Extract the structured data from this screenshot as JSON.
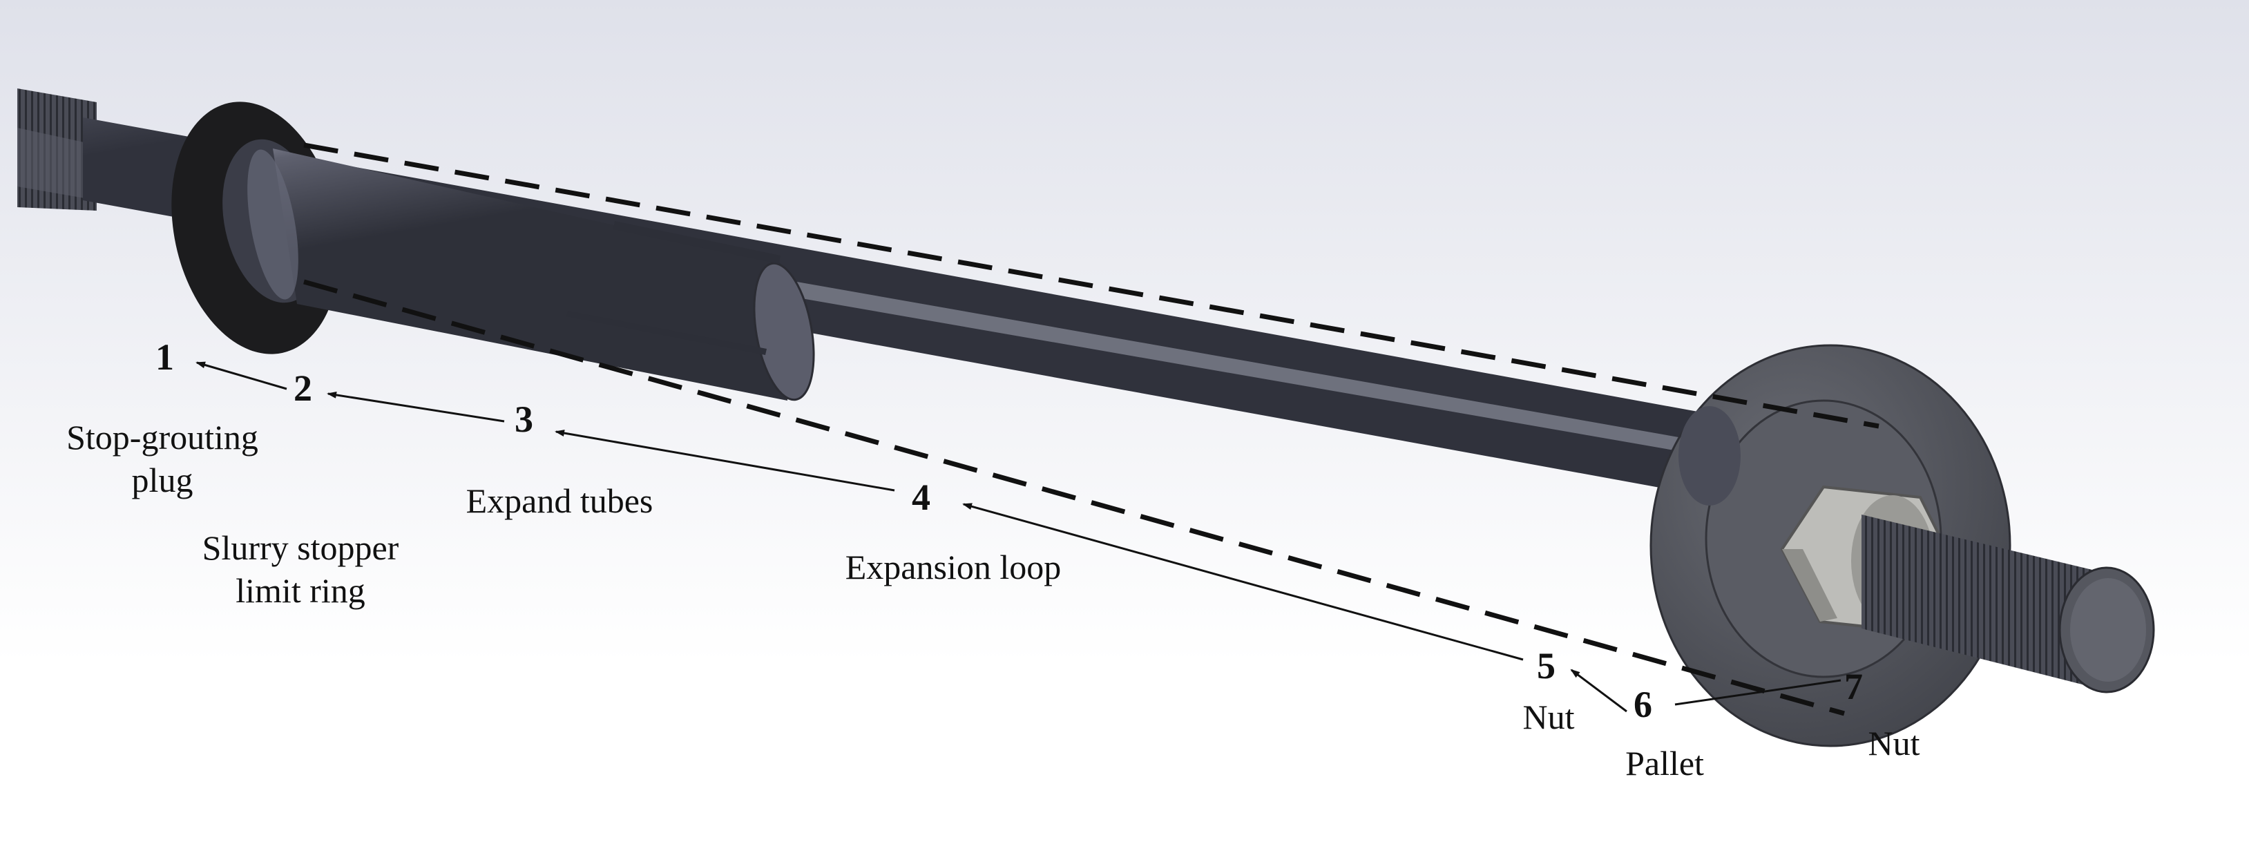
{
  "colors": {
    "background_top": "#dfe1ea",
    "background_bottom": "#ffffff",
    "rod": "#4d4f5d",
    "rod_highlight": "#9a9cab",
    "plug": "#202022",
    "plate": "#55575f",
    "nut": "#b9b9b6",
    "leader": "#111111"
  },
  "icons": {
    "rod": "anchor-rod-icon",
    "plug": "stop-grouting-plug-icon",
    "plate": "pallet-plate-icon",
    "nut": "hex-nut-icon"
  },
  "callouts": [
    {
      "id": "1",
      "number": "1",
      "label": "Stop-grouting\nplug"
    },
    {
      "id": "2",
      "number": "2",
      "label": "Slurry stopper\nlimit ring"
    },
    {
      "id": "3",
      "number": "3",
      "label": "Expand tubes"
    },
    {
      "id": "4",
      "number": "4",
      "label": "Expansion loop"
    },
    {
      "id": "5",
      "number": "5",
      "label": "Nut"
    },
    {
      "id": "6",
      "number": "6",
      "label": "Pallet"
    },
    {
      "id": "7",
      "number": "7",
      "label": "Nut"
    }
  ]
}
